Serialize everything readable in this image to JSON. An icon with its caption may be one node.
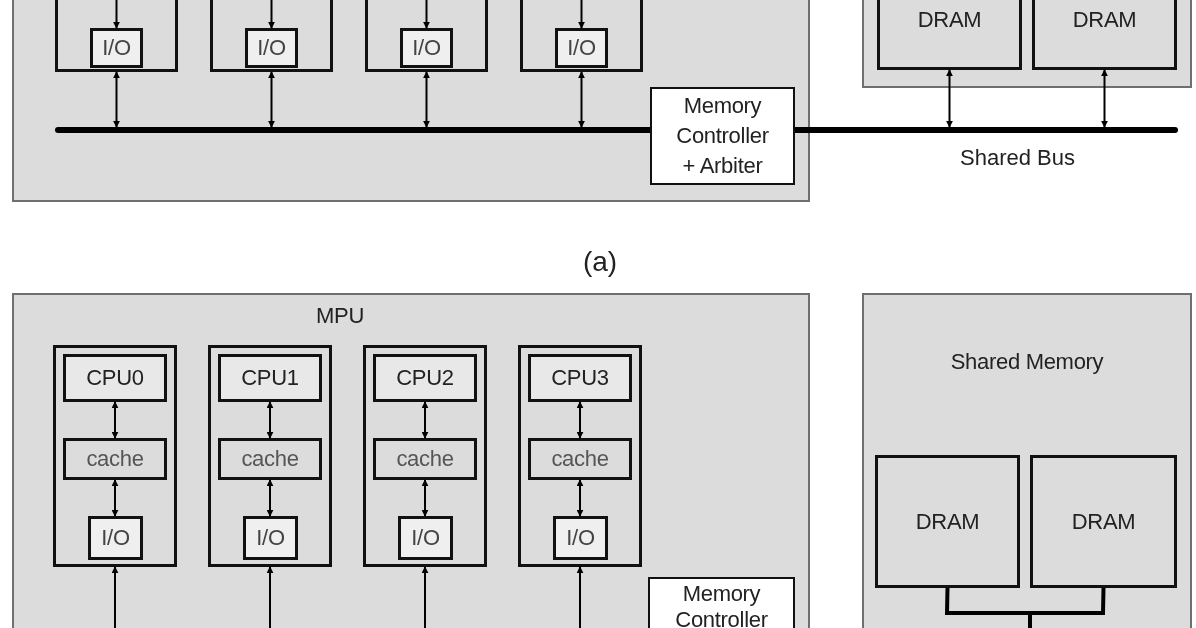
{
  "diagram": {
    "nodes": [
      {
        "text": [],
        "shape": "box"
      },
      {
        "text": [],
        "shape": "box",
        "in": 0
      },
      {
        "text": [],
        "shape": "box",
        "in": 0
      },
      {
        "text": [],
        "shape": "box",
        "in": 0
      },
      {
        "text": [],
        "shape": "box",
        "in": 0
      },
      {
        "text": [
          "I/O"
        ],
        "in": 1
      },
      {
        "text": [
          "I/O"
        ],
        "in": 2
      },
      {
        "text": [
          "I/O"
        ],
        "in": 3
      },
      {
        "text": [
          "I/O"
        ],
        "in": 4
      },
      {
        "text": [
          "Memory Controller + Arbiter"
        ],
        "in": 0
      },
      {
        "text": [],
        "shape": "box"
      },
      {
        "text": [
          "DRAM"
        ],
        "in": 10
      },
      {
        "text": [
          "DRAM"
        ],
        "in": 10
      },
      {
        "text": [],
        "shape": "bar",
        "beside": [
          "Shared Bus"
        ]
      },
      {
        "text": [
          "MPU"
        ]
      },
      {
        "text": [],
        "shape": "box",
        "in": 14
      },
      {
        "text": [],
        "shape": "box",
        "in": 14
      },
      {
        "text": [],
        "shape": "box",
        "in": 14
      },
      {
        "text": [],
        "shape": "box",
        "in": 14
      },
      {
        "text": [
          "CPU0"
        ],
        "in": 15
      },
      {
        "text": [
          "cache"
        ],
        "in": 15
      },
      {
        "text": [
          "I/O"
        ],
        "in": 15
      },
      {
        "text": [
          "CPU1"
        ],
        "in": 16
      },
      {
        "text": [
          "cache"
        ],
        "in": 16
      },
      {
        "text": [
          "I/O"
        ],
        "in": 16
      },
      {
        "text": [
          "CPU2"
        ],
        "in": 17
      },
      {
        "text": [
          "cache"
        ],
        "in": 17
      },
      {
        "text": [
          "I/O"
        ],
        "in": 17
      },
      {
        "text": [
          "CPU3"
        ],
        "in": 18
      },
      {
        "text": [
          "cache"
        ],
        "in": 18
      },
      {
        "text": [
          "I/O"
        ],
        "in": 18
      },
      {
        "text": [
          "Memory Controller"
        ],
        "in": 14
      },
      {
        "text": [
          "Shared Memory"
        ]
      },
      {
        "text": [
          "DRAM"
        ],
        "in": 32
      },
      {
        "text": [
          "DRAM"
        ],
        "in": 32
      }
    ],
    "edges": [
      {
        "from": null,
        "to": 5,
        "arrow": "to"
      },
      {
        "from": null,
        "to": 6,
        "arrow": "to"
      },
      {
        "from": null,
        "to": 7,
        "arrow": "to"
      },
      {
        "from": null,
        "to": 8,
        "arrow": "to"
      },
      {
        "from": 1,
        "to": 13,
        "arrow": "both"
      },
      {
        "from": 2,
        "to": 13,
        "arrow": "both"
      },
      {
        "from": 3,
        "to": 13,
        "arrow": "both"
      },
      {
        "from": 4,
        "to": 13,
        "arrow": "both"
      },
      {
        "from": 11,
        "to": 13,
        "arrow": "both"
      },
      {
        "from": 12,
        "to": 13,
        "arrow": "both"
      },
      {
        "from": 19,
        "to": 20,
        "arrow": "both"
      },
      {
        "from": 20,
        "to": 21,
        "arrow": "both"
      },
      {
        "from": 22,
        "to": 23,
        "arrow": "both"
      },
      {
        "from": 23,
        "to": 24,
        "arrow": "both"
      },
      {
        "from": 25,
        "to": 26,
        "arrow": "both"
      },
      {
        "from": 26,
        "to": 27,
        "arrow": "both"
      },
      {
        "from": 28,
        "to": 29,
        "arrow": "both"
      },
      {
        "from": 29,
        "to": 30,
        "arrow": "both"
      },
      {
        "from": null,
        "to": 15,
        "arrow": "to"
      },
      {
        "from": null,
        "to": 16,
        "arrow": "to"
      },
      {
        "from": null,
        "to": 17,
        "arrow": "to"
      },
      {
        "from": null,
        "to": 18,
        "arrow": "to"
      },
      {
        "from": 33,
        "to": null,
        "arrow": "none",
        "style": "thick"
      },
      {
        "from": 34,
        "to": null,
        "arrow": "none",
        "style": "thick"
      }
    ],
    "labels": [
      "(a)"
    ]
  }
}
